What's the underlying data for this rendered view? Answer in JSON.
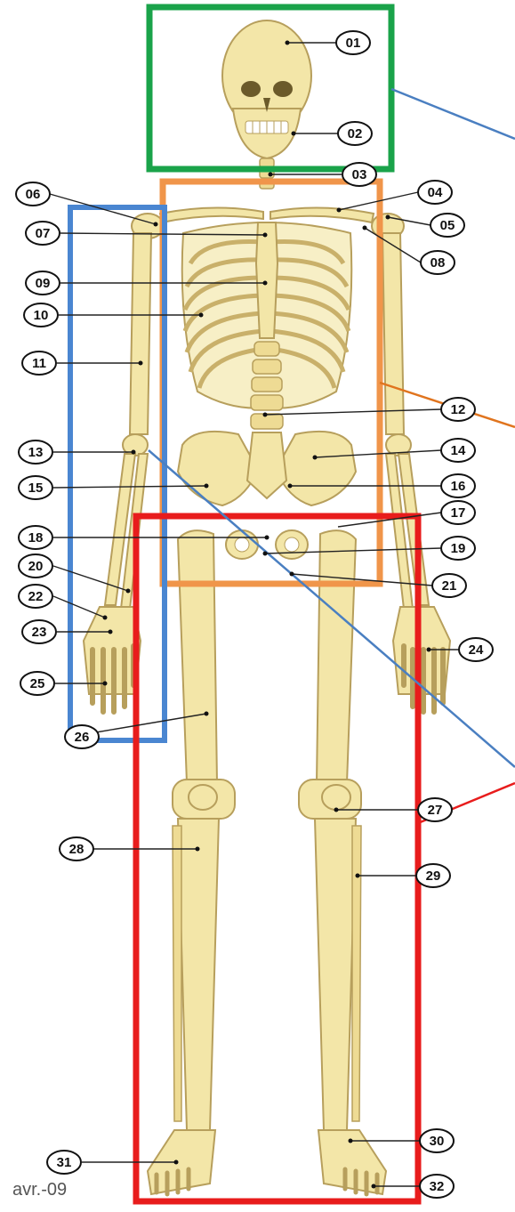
{
  "labels": {
    "l01": "01",
    "l02": "02",
    "l03": "03",
    "l04": "04",
    "l05": "05",
    "l06": "06",
    "l07": "07",
    "l08": "08",
    "l09": "09",
    "l10": "10",
    "l11": "11",
    "l12": "12",
    "l13": "13",
    "l14": "14",
    "l15": "15",
    "l16": "16",
    "l17": "17",
    "l18": "18",
    "l19": "19",
    "l20": "20",
    "l21": "21",
    "l22": "22",
    "l23": "23",
    "l24": "24",
    "l25": "25",
    "l26": "26",
    "l27": "27",
    "l28": "28",
    "l29": "29",
    "l30": "30",
    "l31": "31",
    "l32": "32"
  },
  "footer": {
    "date": "avr.-09"
  },
  "regions": {
    "head": {
      "color": "#1aa34a"
    },
    "trunk": {
      "color": "#f0954a"
    },
    "arm": {
      "color": "#4a86d1"
    },
    "legs": {
      "color": "#e81c1c"
    }
  },
  "colors": {
    "bone": "#f3e6a8",
    "bone_outline": "#b79f5c",
    "rib_shadow": "#d8c98a"
  }
}
